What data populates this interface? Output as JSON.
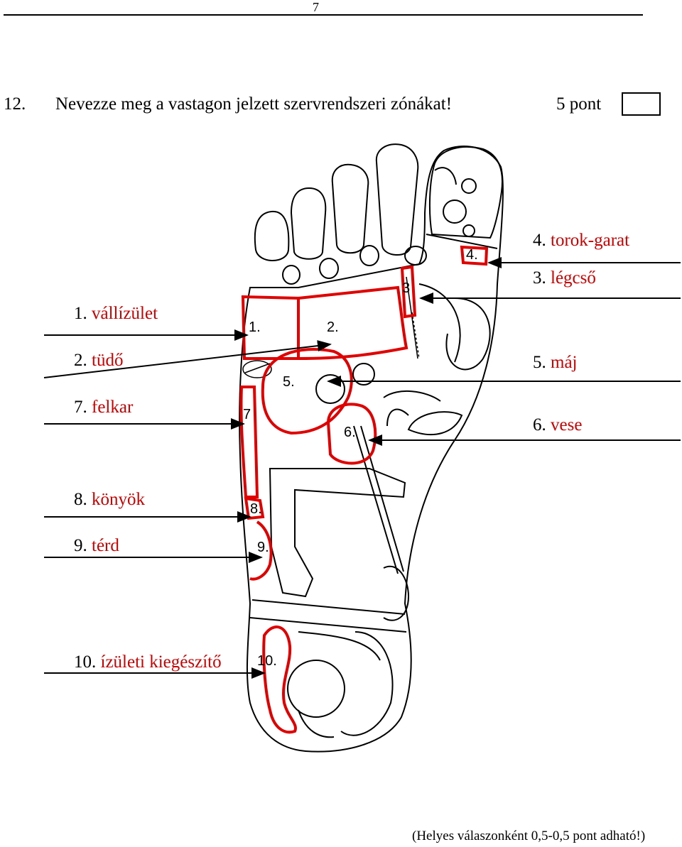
{
  "header": {
    "page_number": "7"
  },
  "question": {
    "number": "12.",
    "text": "Nevezze meg a vastagon jelzett szervrendszeri zónákat!",
    "points": "5 pont"
  },
  "left_labels": {
    "l1": {
      "num": "1.",
      "name": "vállízület"
    },
    "l2": {
      "num": "2.",
      "name": "tüdő"
    },
    "l7": {
      "num": "7.",
      "name": "felkar"
    },
    "l8": {
      "num": "8.",
      "name": "könyök"
    },
    "l9": {
      "num": "9.",
      "name": "térd"
    },
    "l10": {
      "num": "10.",
      "name": "ízületi kiegészítő"
    }
  },
  "right_labels": {
    "r4": {
      "num": "4.",
      "name": "torok-garat"
    },
    "r3": {
      "num": "3.",
      "name": "légcső"
    },
    "r5": {
      "num": "5.",
      "name": "máj"
    },
    "r6": {
      "num": "6.",
      "name": "vese"
    }
  },
  "figure_numbers": {
    "n1": "1.",
    "n2": "2.",
    "n3": "3",
    "n4": "4.",
    "n5": "5.",
    "n6": "6.",
    "n7": "7",
    "n8": "8.",
    "n9": "9.",
    "n10": "10."
  },
  "footer": {
    "note": "(Helyes válaszonként 0,5-0,5 pont adható!)"
  },
  "colors": {
    "answer_red": "#c00000",
    "zone_red": "#e00000",
    "ink": "#000000"
  }
}
